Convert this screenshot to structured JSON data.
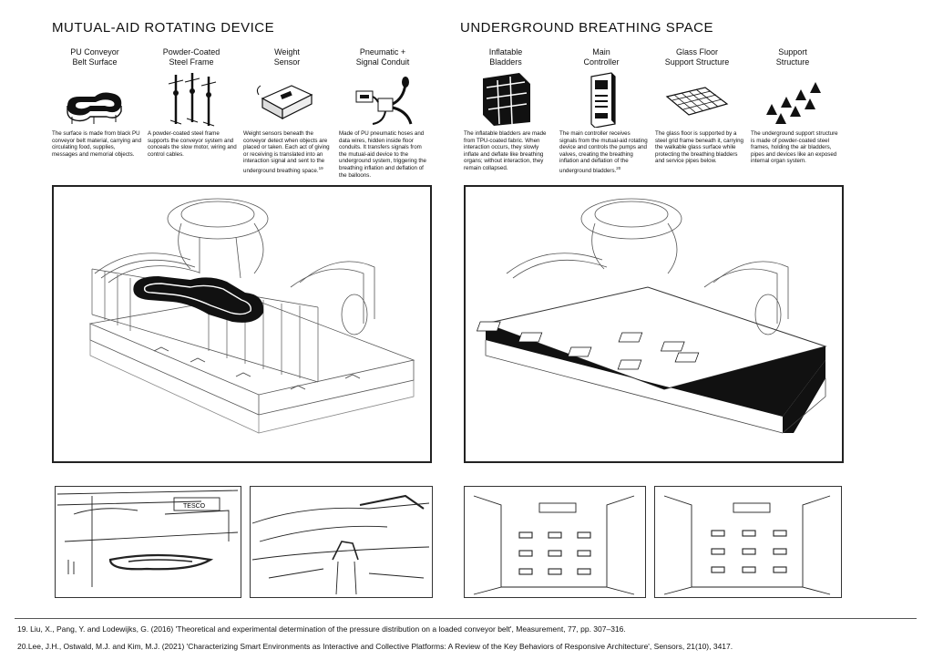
{
  "left": {
    "title": "MUTUAL-AID ROTATING DEVICE",
    "components": [
      {
        "label_line1": "PU Conveyor",
        "label_line2": "Belt Surface",
        "icon": "conveyor-belt-icon",
        "desc": "The surface is made from black PU conveyor belt material, carrying and circulating food, supplies, messages and memorial objects."
      },
      {
        "label_line1": "Powder-Coated",
        "label_line2": "Steel Frame",
        "icon": "steel-frame-icon",
        "desc": "A powder-coated steel frame supports the conveyor system and conceals the slow motor, wiring and control cables."
      },
      {
        "label_line1": "Weight",
        "label_line2": "Sensor",
        "icon": "weight-sensor-icon",
        "desc": "Weight sensors beneath the conveyor detect when objects are placed or taken. Each act of giving or receiving is translated into an interaction signal and sent to the underground breathing space.",
        "sup": "19"
      },
      {
        "label_line1": "Pneumatic +",
        "label_line2": "Signal Conduit",
        "icon": "pneumatic-conduit-icon",
        "desc": "Made of PU pneumatic hoses and data wires, hidden inside floor conduits. It transfers signals from the mutual-aid device to the underground system, triggering the breathing inflation and deflation of the balloons."
      }
    ]
  },
  "right": {
    "title": "UNDERGROUND BREATHING SPACE",
    "components": [
      {
        "label_line1": "Inflatable",
        "label_line2": "Bladders",
        "icon": "inflatable-bladder-icon",
        "desc": "The inflatable bladders are made from TPU-coated fabric. When interaction occurs, they slowly inflate and deflate like breathing organs; without interaction, they remain collapsed."
      },
      {
        "label_line1": "Main",
        "label_line2": "Controller",
        "icon": "controller-icon",
        "desc": "The main controller receives signals from the mutual-aid rotating device and controls the pumps and valves, creating the breathing inflation and deflation of the underground bladders.",
        "sup": "20"
      },
      {
        "label_line1": "Glass Floor",
        "label_line2": "Support Structure",
        "icon": "glass-floor-grid-icon",
        "desc": "The glass floor is supported by a steel grid frame beneath it, carrying the walkable glass surface while protecting the breathing bladders and service pipes below."
      },
      {
        "label_line1": "Support",
        "label_line2": "Structure",
        "icon": "support-structure-icon",
        "desc": "The underground support structure is made of powder-coated steel frames, holding the air bladders, pipes and devices like an exposed internal organ system."
      }
    ]
  },
  "footnotes": [
    "19. Liu, X., Pang, Y. and Lodewijks, G. (2016) 'Theoretical and experimental determination of the pressure distribution on a loaded conveyor belt', Measurement, 77, pp. 307–316.",
    "20.Lee, J.H., Ostwald, M.J. and Kim, M.J. (2021) 'Characterizing Smart Environments as Interactive and Collective Platforms: A Review of the Key Behaviors of Responsive Architecture', Sensors, 21(10), 3417."
  ],
  "sketch_sign_text": "TESCO"
}
